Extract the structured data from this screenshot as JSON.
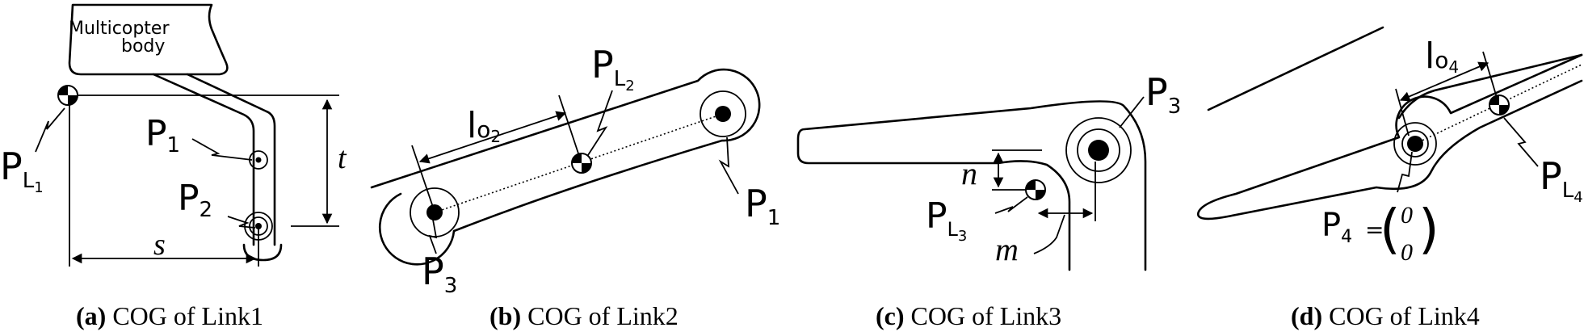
{
  "panel_a": {
    "body_label_1": "Multicopter",
    "body_label_2": "body",
    "p_label": "P",
    "p_sub": "L",
    "p_subsub": "1",
    "p1": "P",
    "p1_sub": "1",
    "p2": "P",
    "p2_sub": "2",
    "dim_t": "t",
    "dim_s": "s",
    "caption_bold": "(a)",
    "caption": " COG of Link1"
  },
  "panel_b": {
    "lo_l": "l",
    "lo_o": "o",
    "lo_sub": "2",
    "pl": "P",
    "pl_sub": "L",
    "pl_subsub": "2",
    "p1": "P",
    "p1_sub": "1",
    "p3": "P",
    "p3_sub": "3",
    "caption_bold": "(b)",
    "caption": " COG of Link2"
  },
  "panel_c": {
    "p3": "P",
    "p3_sub": "3",
    "dim_n": "n",
    "dim_m": "m",
    "pl": "P",
    "pl_sub": "L",
    "pl_subsub": "3",
    "caption_bold": "(c)",
    "caption": " COG of Link3"
  },
  "panel_d": {
    "lo_l": "l",
    "lo_o": "o",
    "lo_sub": "4",
    "pl": "P",
    "pl_sub": "L",
    "pl_subsub": "4",
    "p4": "P",
    "p4_sub": "4",
    "eq": "=",
    "vec_top": "0",
    "vec_bottom": "0",
    "caption_bold": "(d)",
    "caption": " COG of Link4"
  }
}
